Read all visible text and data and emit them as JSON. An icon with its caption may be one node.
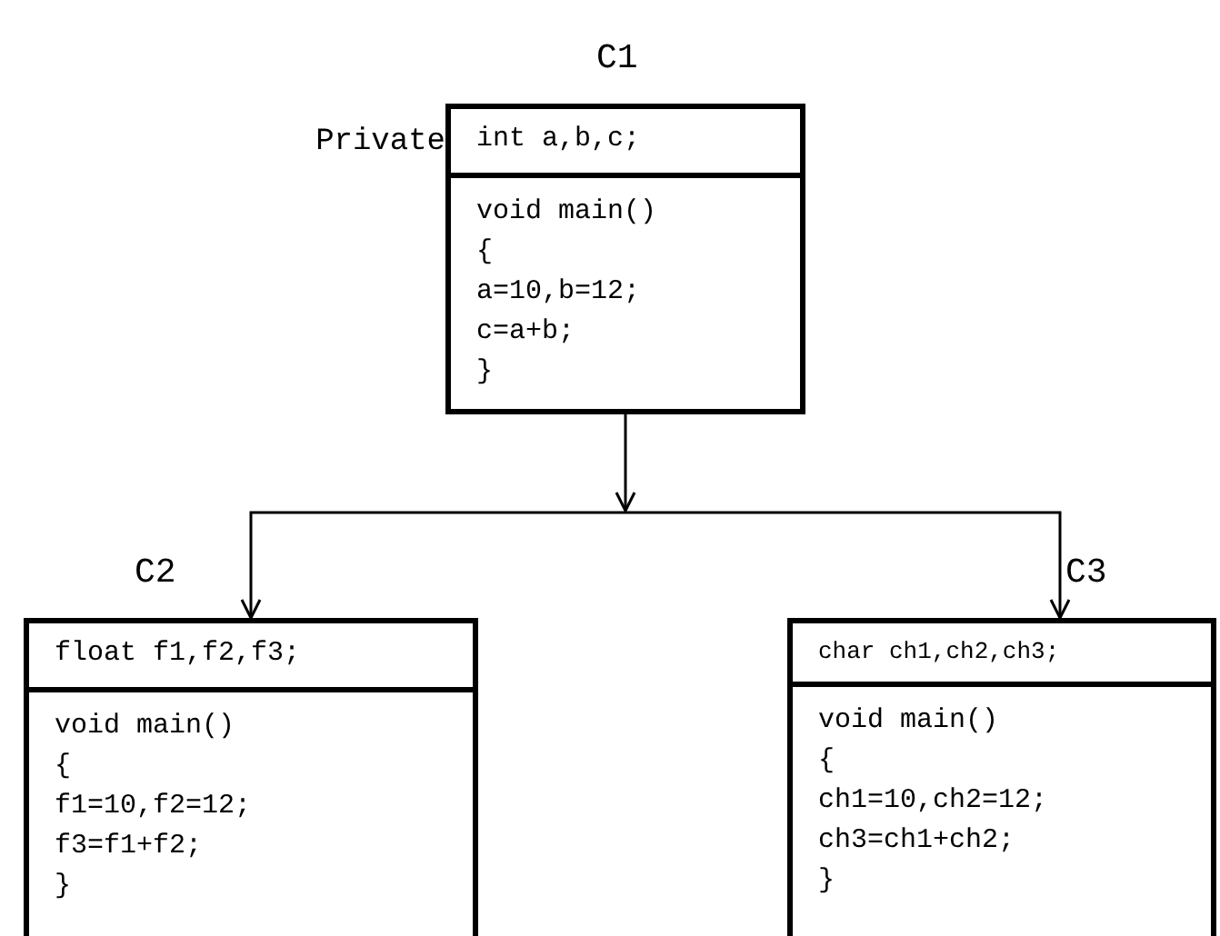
{
  "diagram": {
    "nodes": [
      {
        "text": [
          "C1"
        ]
      },
      {
        "text": [
          "int a,b,c;"
        ],
        "in": 0,
        "beside": [
          "Private"
        ]
      },
      {
        "text": [
          "void main()",
          "{",
          "a=10,b=12;",
          "c=a+b;",
          "}"
        ],
        "in": 0
      },
      {
        "text": [
          "C2"
        ]
      },
      {
        "text": [
          "float f1,f2,f3;"
        ],
        "in": 3
      },
      {
        "text": [
          "void main()",
          "{",
          "f1=10,f2=12;",
          "f3=f1+f2;",
          "}"
        ],
        "in": 3
      },
      {
        "text": [
          "C3"
        ]
      },
      {
        "text": [
          "char ch1,ch2,ch3;"
        ],
        "in": 6
      },
      {
        "text": [
          "void main()",
          "{",
          "ch1=10,ch2=12;",
          "ch3=ch1+ch2;",
          "}"
        ],
        "in": 6
      }
    ],
    "edges": [
      {
        "from": 0,
        "to": 3,
        "arrow": "to"
      },
      {
        "from": 0,
        "to": 6,
        "arrow": "to"
      }
    ]
  }
}
